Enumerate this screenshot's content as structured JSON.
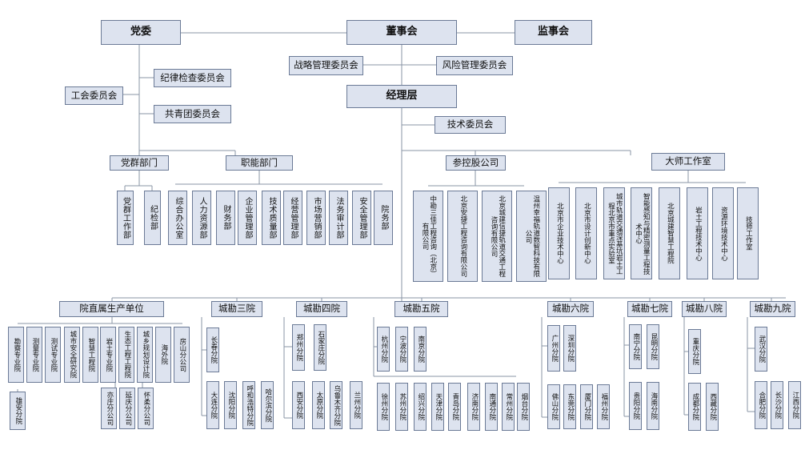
{
  "top": {
    "party_committee": "党委",
    "board": "董事会",
    "supervisors": "监事会",
    "strategy_committee": "战略管理委员会",
    "risk_committee": "风险管理委员会",
    "discipline_committee": "纪律检查委员会",
    "union_committee": "工会委员会",
    "youth_league_committee": "共青团委员会",
    "management": "经理层",
    "tech_committee": "技术委员会"
  },
  "groups": {
    "party_mass_depts": "党群部门",
    "functional_depts": "职能部门",
    "holding_companies": "参控股公司",
    "master_studios": "大师工作室"
  },
  "party_mass_items": [
    "党群工作部",
    "纪检部"
  ],
  "functional_items": [
    "综合办公室",
    "人力资源部",
    "财务部",
    "企业管理部",
    "技术质量部",
    "经营管理部",
    "市场营销部",
    "法务审计部",
    "安全管理部",
    "院务部"
  ],
  "holding_items": [
    "中勘三佳工程咨询（北京）有限公司",
    "北京安捷工程咨询有限公司",
    "北京城建信捷轨道交通工程咨询有限公司",
    "温州幸福轨道数智科技有限公司"
  ],
  "studio_items": [
    "北京市企业技术中心",
    "北京市设计创新中心",
    "城市轨道交通深基坑岩土工程北京市重点实验室",
    "智能感知与精密测量工程技术中心",
    "北京城建智慧工程院",
    "岩土工程技术中心",
    "资源环境技术中心",
    "技师工作室"
  ],
  "bottom": {
    "direct_units": {
      "title": "院直属生产单位",
      "row1": [
        "勘察专业院",
        "测量专业院",
        "测试专业院",
        "城市安全研究院",
        "智慧工程院",
        "岩土专业院",
        "生态工程工程院",
        "城乡规划设计院",
        "海外院",
        "房山分公司"
      ],
      "row2": [
        "雄安分院",
        "亦庄分公司",
        "延庆分公司",
        "怀柔分公司"
      ]
    },
    "institute3": {
      "title": "城勘三院",
      "row1": [
        "长春分院"
      ],
      "row2": [
        "大连分院",
        "沈阳分院",
        "呼和浩特分院",
        "哈尔滨分院"
      ]
    },
    "institute4": {
      "title": "城勘四院",
      "row1": [
        "郑州分院",
        "石家庄分院"
      ],
      "row2": [
        "西安分院",
        "太原分院",
        "乌鲁木齐分院",
        "兰州分院"
      ]
    },
    "institute5": {
      "title": "城勘五院",
      "row1": [
        "杭州分院",
        "宁波分院",
        "南京分院"
      ],
      "row2": [
        "徐州分院",
        "苏州分院",
        "绍兴分院",
        "天津分院",
        "青岛分院",
        "济南分院",
        "南通分院",
        "常州分院",
        "烟台分院"
      ]
    },
    "institute6": {
      "title": "城勘六院",
      "row1": [
        "广州分院",
        "深圳分院"
      ],
      "row2": [
        "佛山分院",
        "东莞分院",
        "厦门分院",
        "福州分院"
      ]
    },
    "institute7": {
      "title": "城勘七院",
      "row1": [
        "南宁分院",
        "昆明分院"
      ],
      "row2": [
        "贵阳分院",
        "海南分院"
      ]
    },
    "institute8": {
      "title": "城勘八院",
      "row1": [
        "重庆分院"
      ],
      "row2": [
        "成都分院",
        "西藏分院"
      ]
    },
    "institute9": {
      "title": "城勘九院",
      "row1": [
        "武汉分院"
      ],
      "row2": [
        "合肥分院",
        "长沙分院",
        "江西分院"
      ]
    }
  }
}
